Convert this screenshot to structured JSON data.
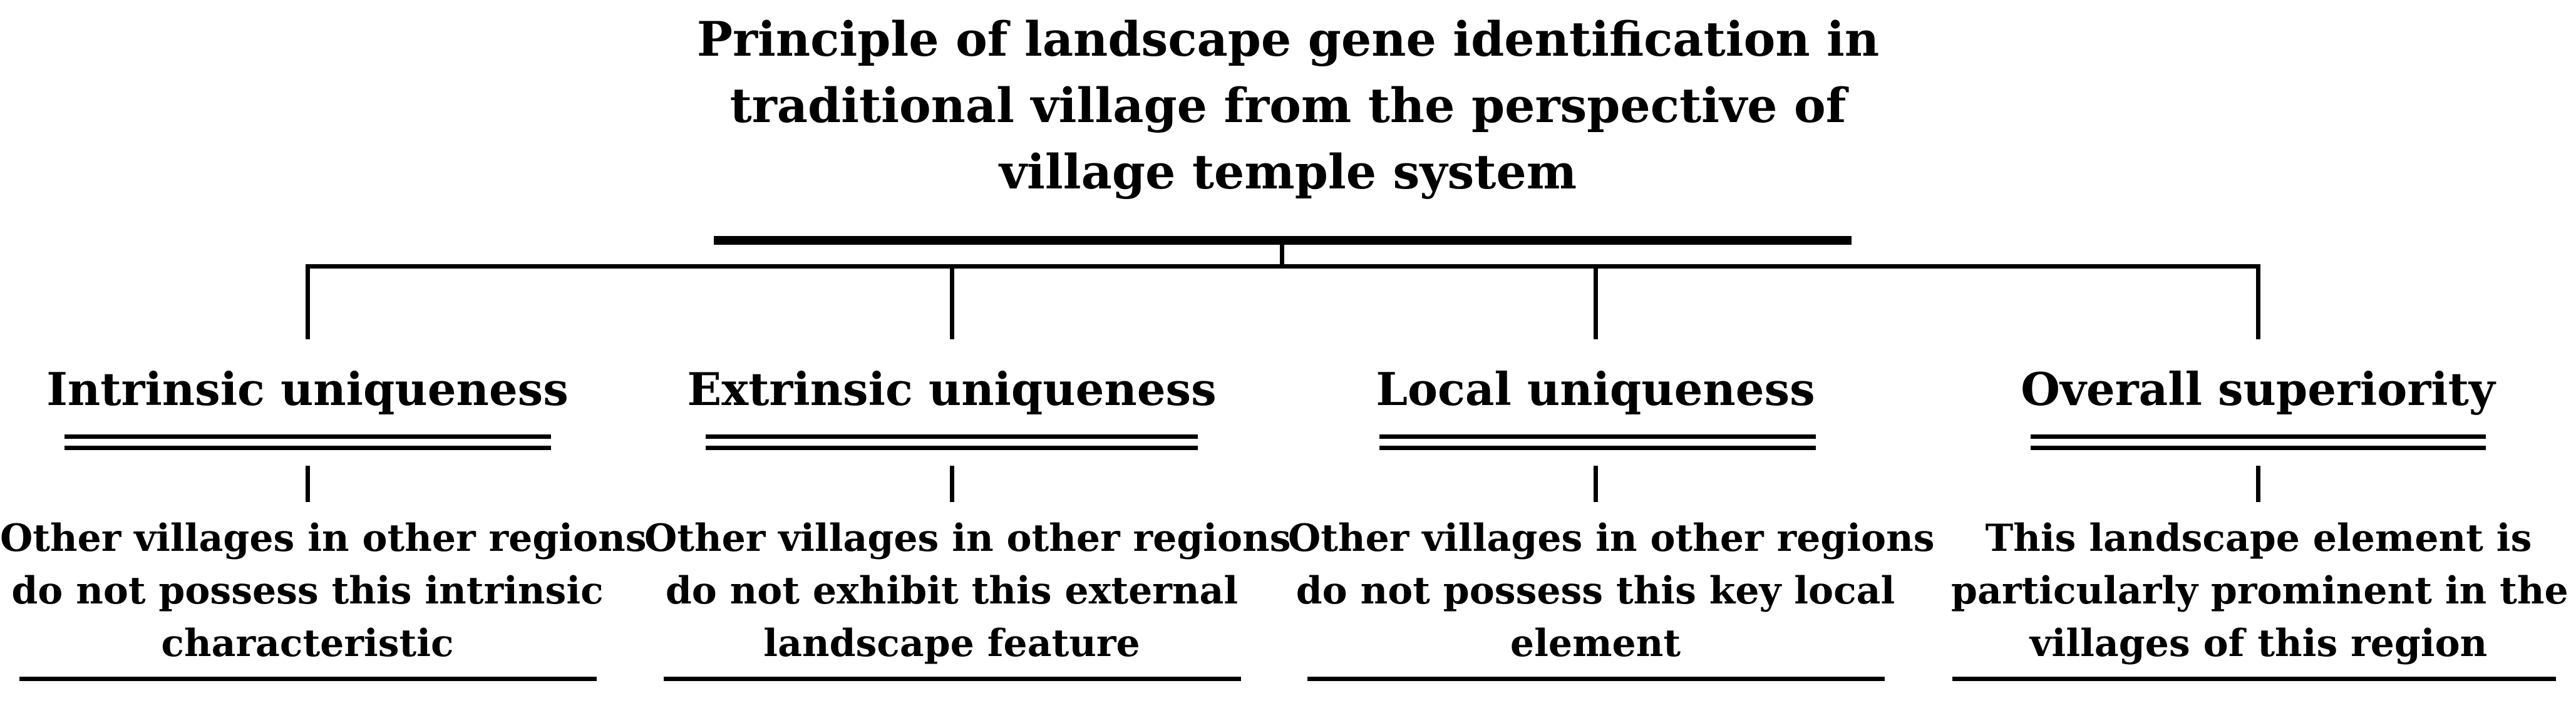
{
  "title": {
    "lines": [
      "Principle of landscape gene identification in",
      "traditional village from the perspective of",
      "village temple system"
    ]
  },
  "columns": [
    {
      "heading": "Intrinsic uniqueness",
      "desc_lines": [
        "Other villages in other regions",
        "do not possess this intrinsic",
        "characteristic"
      ]
    },
    {
      "heading": "Extrinsic uniqueness",
      "desc_lines": [
        "Other villages in other regions",
        "do not exhibit this external",
        "landscape feature"
      ]
    },
    {
      "heading": "Local uniqueness",
      "desc_lines": [
        "Other villages in other regions",
        "do not possess this key local",
        "element"
      ]
    },
    {
      "heading": "Overall superiority",
      "desc_lines": [
        "This landscape element is",
        "particularly prominent in the",
        "villages of this region"
      ]
    }
  ]
}
